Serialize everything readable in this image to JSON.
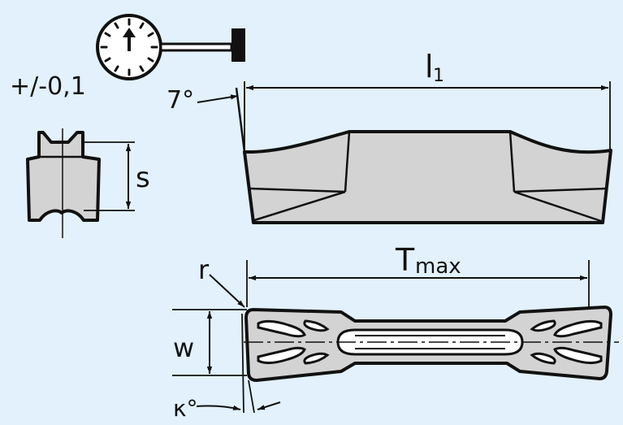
{
  "colors": {
    "background": "#e2f1fb",
    "part_fill": "#d3d3d3",
    "outline": "#111111"
  },
  "labels": {
    "tolerance": "+/-0,1",
    "angle": "7°",
    "length_main": "l",
    "length_sub": "1",
    "width_s": "s",
    "tmax_main": "T",
    "tmax_sub": "max",
    "radius": "r",
    "width_w": "w",
    "kappa": "κ°"
  },
  "icons": [
    "dial-gauge-icon"
  ]
}
